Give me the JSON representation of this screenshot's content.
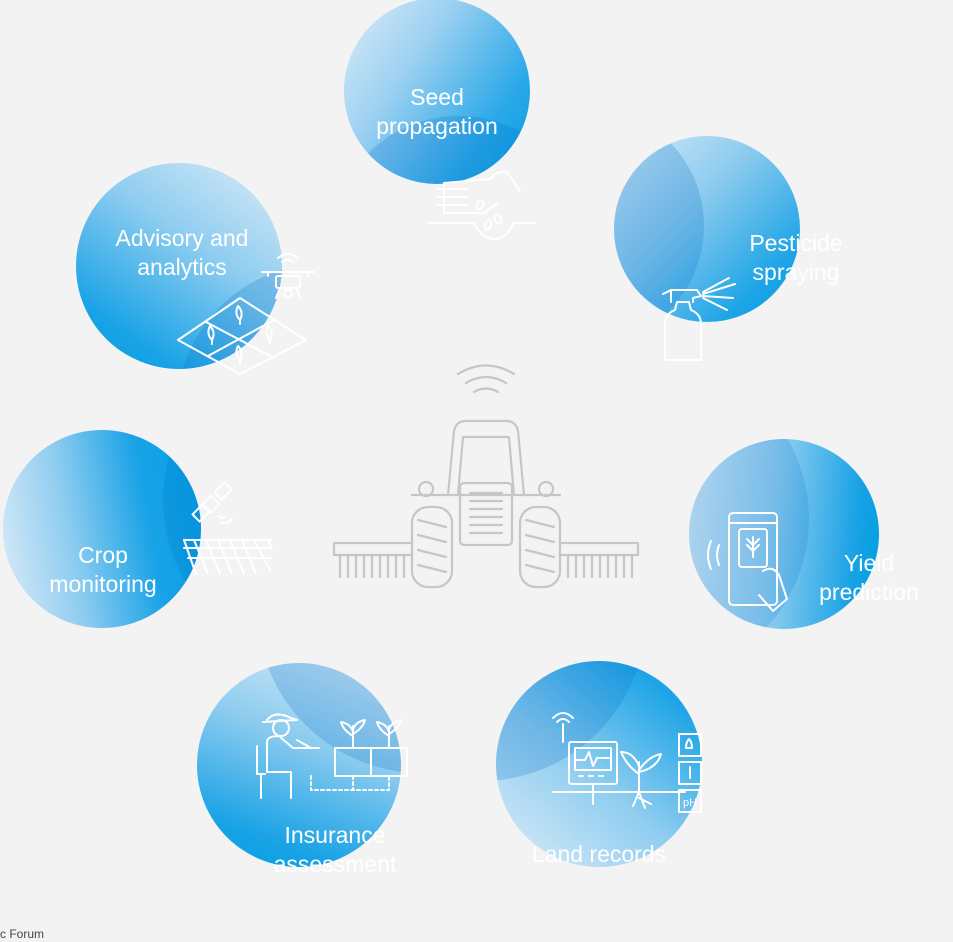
{
  "diagram": {
    "center_icon": "tractor-icon",
    "items": [
      {
        "key": "seed",
        "label": "Seed propagation",
        "lines": [
          "Seed",
          "propagation"
        ],
        "icon": "hand-sowing-seeds-icon"
      },
      {
        "key": "pesticide",
        "label": "Pesticide spraying",
        "lines": [
          "Pesticide",
          "spraying"
        ],
        "icon": "spray-bottle-icon"
      },
      {
        "key": "yield",
        "label": "Yield prediction",
        "lines": [
          "Yield",
          "prediction"
        ],
        "icon": "tablet-leaf-icon"
      },
      {
        "key": "land",
        "label": "Land records",
        "lines": [
          "Land records"
        ],
        "icon": "soil-sensor-icon"
      },
      {
        "key": "insurance",
        "label": "Insurance assessment",
        "lines": [
          "Insurance",
          "assessment"
        ],
        "icon": "farmer-laptop-plants-icon"
      },
      {
        "key": "crop",
        "label": "Crop monitoring",
        "lines": [
          "Crop",
          "monitoring"
        ],
        "icon": "satellite-field-icon"
      },
      {
        "key": "advisory",
        "label": "Advisory and analytics",
        "lines": [
          "Advisory and",
          "analytics"
        ],
        "icon": "drone-field-icon"
      }
    ]
  },
  "colors": {
    "background": "#f3f3f4",
    "circle_light": "#d8ecfa",
    "circle_dark": "#009fe3",
    "overlap_shade": "#0a7fd0",
    "icon_stroke": "#ffffff",
    "tractor_stroke": "#c8c8c8"
  },
  "footer": {
    "source": "c Forum"
  }
}
